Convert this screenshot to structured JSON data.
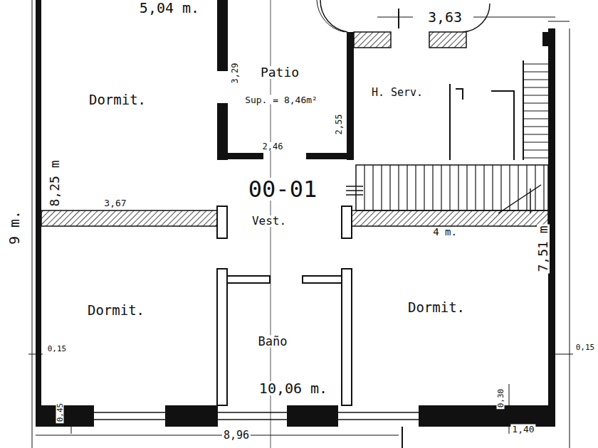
{
  "diagram": {
    "labels": [
      "5,04 m.",
      "3,63",
      "Patio",
      "Sup. = 8,46m²",
      "Dormit.",
      "H. Serv.",
      "3,29",
      "2,55",
      "2,46",
      "8,25 m",
      "9 m.",
      "00-01",
      "3,67",
      "Vest.",
      "4 m.",
      "7,51 m",
      "Dormit.",
      "Dormit.",
      "Baño",
      "10,06 m.",
      "0,15",
      "0,45",
      "0,30",
      "0,15",
      "8,96",
      "1,40"
    ]
  }
}
